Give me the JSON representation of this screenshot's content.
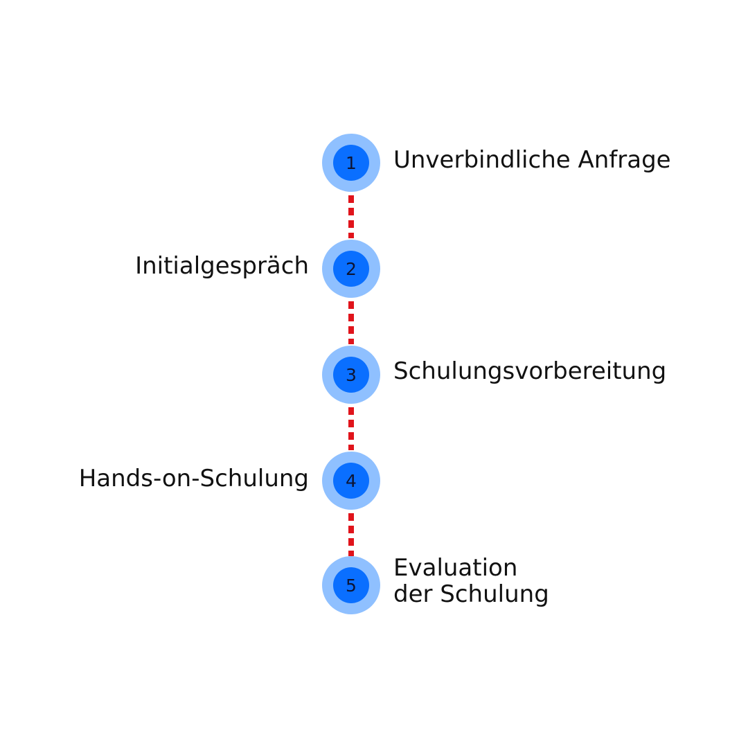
{
  "colors": {
    "outer": "#8fc0ff",
    "inner": "#0a6fff",
    "connector": "#e0141b",
    "text": "#111111"
  },
  "steps": [
    {
      "number": "1",
      "label": "Unverbindliche Anfrage",
      "side": "right"
    },
    {
      "number": "2",
      "label": "Initialgespräch",
      "side": "left"
    },
    {
      "number": "3",
      "label": "Schulungsvorbereitung",
      "side": "right"
    },
    {
      "number": "4",
      "label": "Hands-on-Schulung",
      "side": "left"
    },
    {
      "number": "5",
      "label": "Evaluation\nder Schulung",
      "side": "right"
    }
  ]
}
